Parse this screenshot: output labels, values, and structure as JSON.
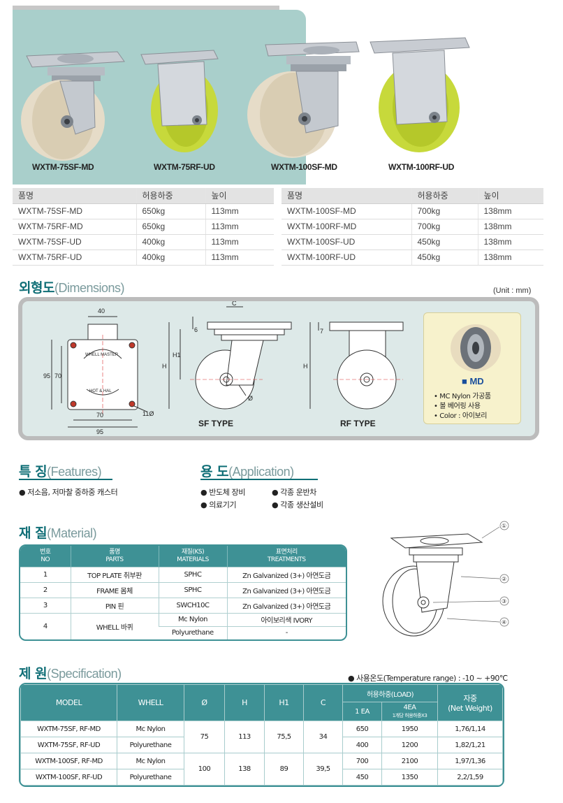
{
  "hero": {
    "labels": [
      "WXTM-75SF-MD",
      "WXTM-75RF-UD",
      "WXTM-100SF-MD",
      "WXTM-100RF-UD"
    ]
  },
  "models_table": {
    "headers": [
      "품명",
      "허용하중",
      "높이"
    ],
    "left": [
      [
        "WXTM-75SF-MD",
        "650kg",
        "113mm"
      ],
      [
        "WXTM-75RF-MD",
        "650kg",
        "113mm"
      ],
      [
        "WXTM-75SF-UD",
        "400kg",
        "113mm"
      ],
      [
        "WXTM-75RF-UD",
        "400kg",
        "113mm"
      ]
    ],
    "right": [
      [
        "WXTM-100SF-MD",
        "700kg",
        "138mm"
      ],
      [
        "WXTM-100RF-MD",
        "700kg",
        "138mm"
      ],
      [
        "WXTM-100SF-UD",
        "450kg",
        "138mm"
      ],
      [
        "WXTM-100RF-UD",
        "450kg",
        "138mm"
      ]
    ]
  },
  "dimensions": {
    "title_ko": "외형도",
    "title_en": "(Dimensions)",
    "unit": "(Unit : mm)",
    "labels": {
      "top_width": "40",
      "h95": "95",
      "h70": "70",
      "w70": "70",
      "w95": "95",
      "hole": "11Ø",
      "plate_text1": "WHELL MASTER",
      "plate_text2": "HOT & HAL",
      "c": "C",
      "six": "6",
      "seven": "7",
      "h": "H",
      "h1": "H1",
      "dia": "Ø"
    },
    "sf_type": "SF TYPE",
    "rf_type": "RF TYPE",
    "md": {
      "title": "■ MD",
      "lines": [
        "• MC Nylon 가공품",
        "• 볼 베어링 사용",
        "• Color : 아이보리"
      ]
    }
  },
  "features": {
    "title_ko": "특 징",
    "title_en": "(Features)",
    "items": [
      "● 저소음, 저마찰 중하중 캐스터"
    ]
  },
  "application": {
    "title_ko": "용 도",
    "title_en": "(Application)",
    "items": [
      "● 반도체 장비",
      "● 각종 운반차",
      "● 의료기기",
      "● 각종 생산설비"
    ]
  },
  "material": {
    "title_ko": "재 질",
    "title_en": "(Material)",
    "headers": [
      [
        "번호",
        "NO"
      ],
      [
        "품명",
        "PARTS"
      ],
      [
        "재질(KS)",
        "MATERIALS"
      ],
      [
        "표면처리",
        "TREATMENTS"
      ]
    ],
    "rows": [
      [
        "1",
        "TOP PLATE 취부판",
        "SPHC",
        "Zn Galvanized (3+) 아연도금"
      ],
      [
        "2",
        "FRAME 몸체",
        "SPHC",
        "Zn Galvanized (3+) 아연도금"
      ],
      [
        "3",
        "PIN 핀",
        "SWCH10C",
        "Zn Galvanized (3+) 아연도금"
      ]
    ],
    "row4": {
      "no": "4",
      "part": "WHELL 바퀴",
      "mat1": "Mc Nylon",
      "treat1": "아이보리색 IVORY",
      "mat2": "Polyurethane",
      "treat2": "-"
    },
    "callouts": [
      "①",
      "②",
      "③",
      "④"
    ]
  },
  "spec": {
    "title_ko": "제 원",
    "title_en": "(Specification)",
    "temperature": "● 사용온도(Temperature range) : -10 ~ +90℃",
    "headers": {
      "model": "MODEL",
      "whell": "WHELL",
      "dia": "Ø",
      "h": "H",
      "h1": "H1",
      "c": "C",
      "load": "허용하중(LOAD)",
      "ea1": "1 EA",
      "ea4": "4EA",
      "ea4_note": "1개당 허용하중X3",
      "weight_ko": "자중",
      "weight_en": "(Net Weight)"
    },
    "rows": [
      {
        "model": "WXTM-75SF, RF-MD",
        "whell": "Mc Nylon",
        "load1": "650",
        "load4": "1950",
        "weight": "1,76/1,14"
      },
      {
        "model": "WXTM-75SF, RF-UD",
        "whell": "Polyurethane",
        "load1": "400",
        "load4": "1200",
        "weight": "1,82/1,21"
      },
      {
        "model": "WXTM-100SF, RF-MD",
        "whell": "Mc Nylon",
        "load1": "700",
        "load4": "2100",
        "weight": "1,97/1,36"
      },
      {
        "model": "WXTM-100SF, RF-UD",
        "whell": "Polyurethane",
        "load1": "450",
        "load4": "1350",
        "weight": "2,2/1,59"
      }
    ],
    "groups": [
      {
        "dia": "75",
        "h": "113",
        "h1": "75,5",
        "c": "34"
      },
      {
        "dia": "100",
        "h": "138",
        "h1": "89",
        "c": "39,5"
      }
    ]
  }
}
